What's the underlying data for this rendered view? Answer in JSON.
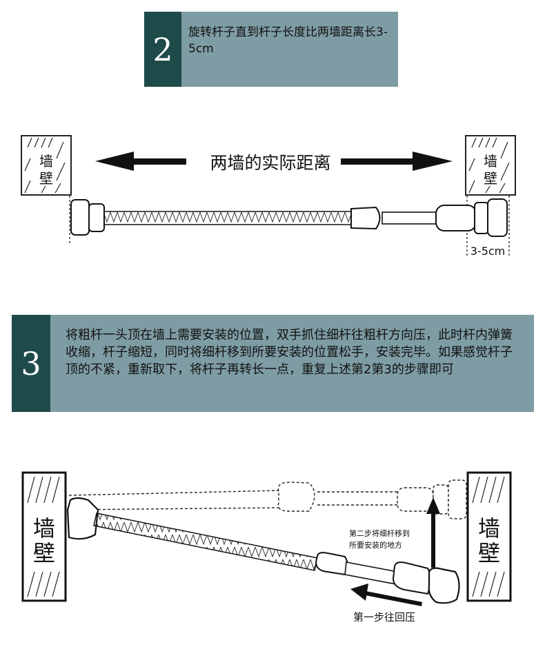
{
  "step2": {
    "number": "2",
    "text": "旋转杆子直到杆子长度比两墙距离长3-5cm"
  },
  "diagram1": {
    "wall_label_line1": "墙",
    "wall_label_line2": "壁",
    "distance_label": "两墙的实际距离",
    "extra_length_label": "3-5cm"
  },
  "step3": {
    "number": "3",
    "text": "将粗杆一头顶在墙上需要安装的位置，双手抓住细杆往粗杆方向压，此时杆内弹簧收缩，杆子缩短，同时将细杆移到所要安装的位置松手，安装完毕。如果感觉杆子顶的不紧，重新取下，将杆子再转长一点，重复上述第2第3的步骤即可"
  },
  "diagram2": {
    "wall_label_line1": "墙",
    "wall_label_line2": "壁",
    "step_two_line1": "第二步将细杆移到",
    "step_two_line2": "所要安装的地方",
    "step_one_label": "第一步往回压"
  },
  "colors": {
    "banner_bg": "#7e9ca3",
    "number_bg": "#1f4a4a"
  }
}
